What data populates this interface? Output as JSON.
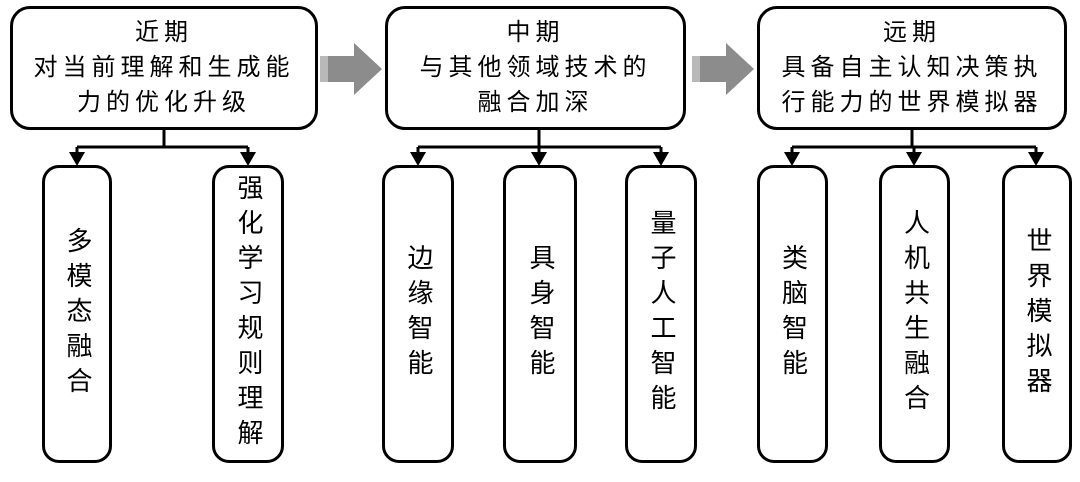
{
  "colors": {
    "line": "#000000",
    "box_border": "#000000",
    "background": "#ffffff",
    "arrow": "#8c8c8c",
    "arrow_highlight": "#b9b9b9",
    "text": "#000000"
  },
  "stages": [
    {
      "period": "近期",
      "desc_lines": [
        "对当前理解和生成能",
        "力的优化升级"
      ],
      "children": [
        "多模态融合",
        "强化学习规则理解"
      ]
    },
    {
      "period": "中期",
      "desc_lines": [
        "与其他领域技术的",
        "融合加深"
      ],
      "children": [
        "边缘智能",
        "具身智能",
        "量子人工智能"
      ]
    },
    {
      "period": "远期",
      "desc_lines": [
        "具备自主认知决策执",
        "行能力的世界模拟器"
      ],
      "children": [
        "类脑智能",
        "人机共生融合",
        "世界模拟器"
      ]
    }
  ]
}
